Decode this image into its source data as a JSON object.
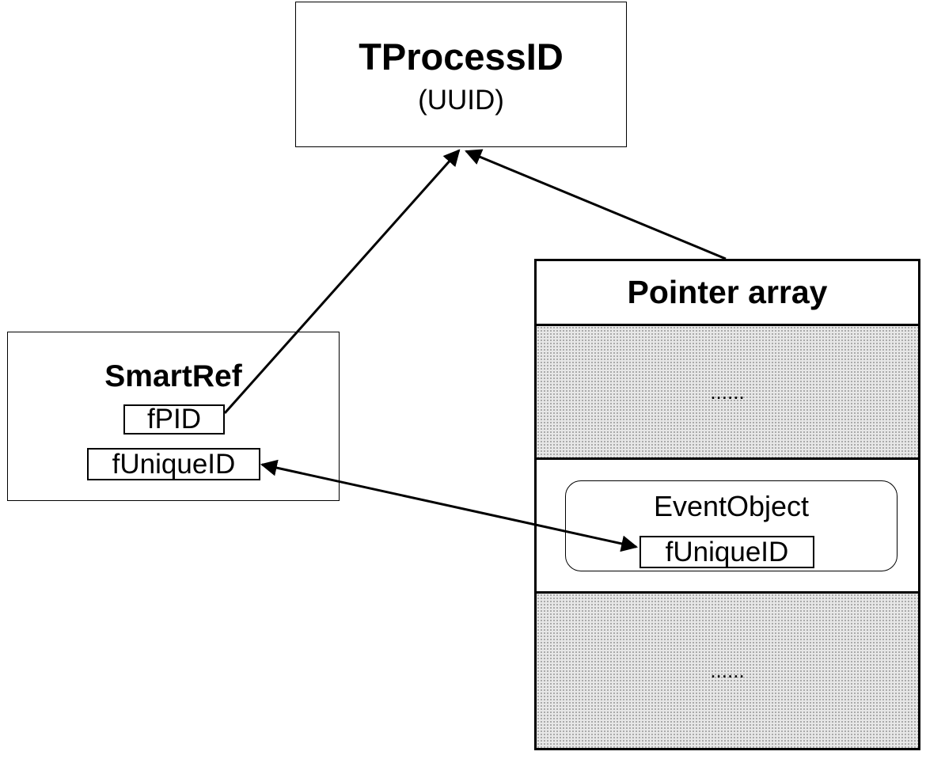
{
  "tprocessid": {
    "title": "TProcessID",
    "subtitle": "(UUID)"
  },
  "smartref": {
    "title": "SmartRef",
    "fields": [
      "fPID",
      "fUniqueID"
    ]
  },
  "pointer_array": {
    "title": "Pointer array",
    "top_ellipsis": "......",
    "event_object": {
      "title": "EventObject",
      "field": "fUniqueID"
    },
    "bottom_ellipsis": "......"
  },
  "colors": {
    "stroke": "#000000",
    "shade": "#e7e7e7",
    "background": "#ffffff"
  }
}
